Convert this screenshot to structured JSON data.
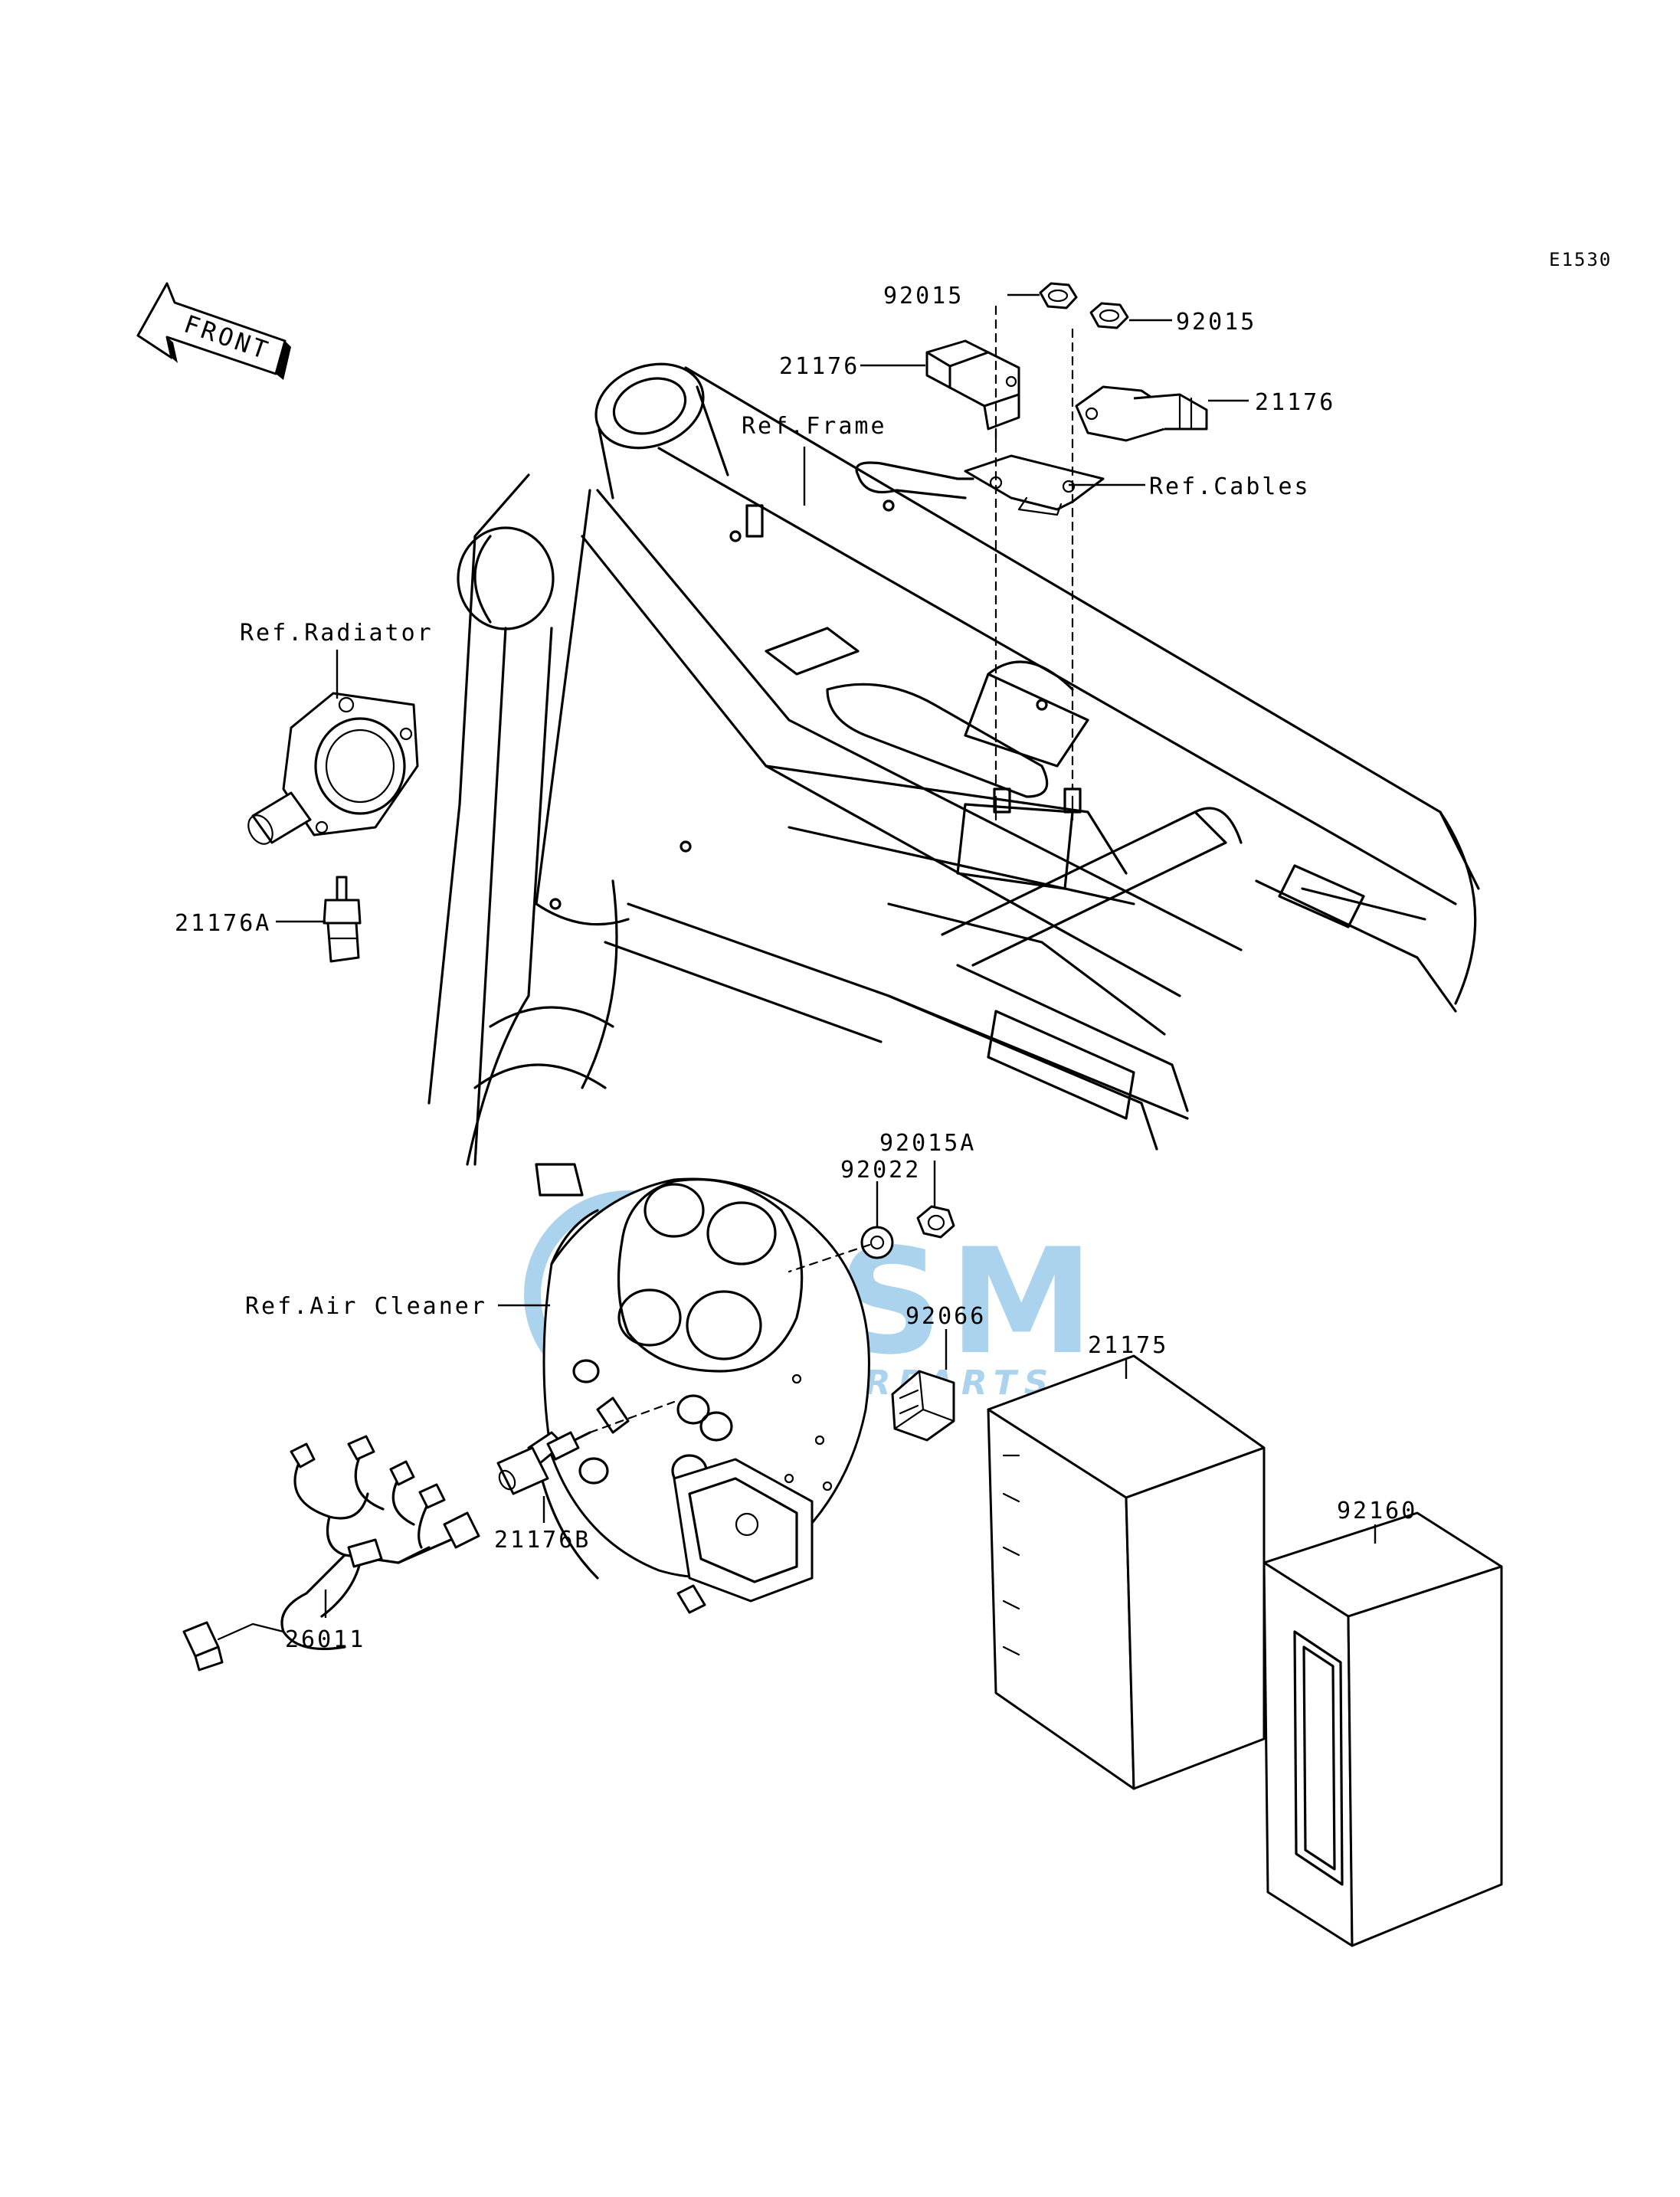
{
  "diagram_code": "E1530",
  "front_arrow": {
    "label": "FRONT",
    "icon": "front-direction-arrow-icon"
  },
  "watermark": {
    "brand": "GSM",
    "sub": "MOTORPARTS",
    "colors": [
      "#4a9fd8",
      "#9fa7cf"
    ]
  },
  "labels": {
    "p92015_left": "92015",
    "p92015_right": "92015",
    "p21176_left": "21176",
    "p21176_right": "21176",
    "ref_frame": "Ref.Frame",
    "ref_cables": "Ref.Cables",
    "ref_radiator": "Ref.Radiator",
    "p21176A": "21176A",
    "p92015A": "92015A",
    "p92022": "92022",
    "ref_air_cleaner": "Ref.Air Cleaner",
    "p92066": "92066",
    "p21175": "21175",
    "p92160": "92160",
    "p21176B": "21176B",
    "p26011": "26011"
  }
}
